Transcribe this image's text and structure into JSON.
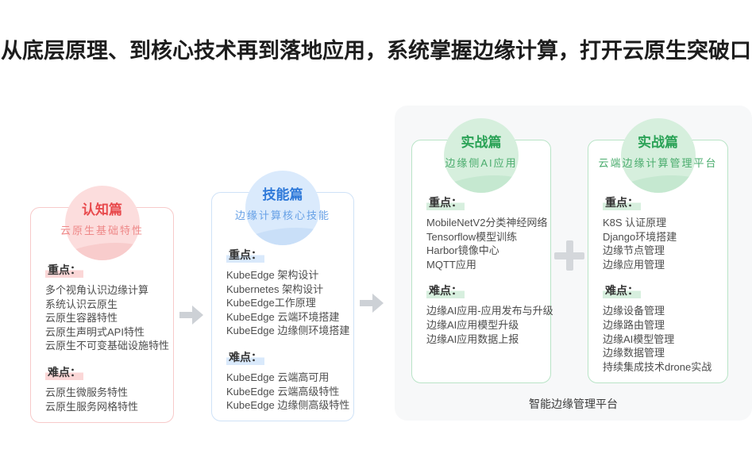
{
  "page": {
    "title": "从底层原理、到核心技术再到落地应用，系统掌握边缘计算，打开云原生突破口"
  },
  "section_labels": {
    "focus": "重点：",
    "difficulty": "难点："
  },
  "stages": [
    {
      "badge": "认知篇",
      "subtitle": "云原生基础特性",
      "focus_items": [
        "多个视角认识边缘计算",
        "系统认识云原生",
        "云原生容器特性",
        "云原生声明式API特性",
        "云原生不可变基础设施特性"
      ],
      "difficulty_items": [
        "云原生微服务特性",
        "云原生服务网格特性"
      ]
    },
    {
      "badge": "技能篇",
      "subtitle": "边缘计算核心技能",
      "focus_items": [
        "KubeEdge 架构设计",
        "Kubernetes 架构设计",
        "KubeEdge工作原理",
        "KubeEdge 云端环境搭建",
        "KubeEdge 边缘侧环境搭建"
      ],
      "difficulty_items": [
        "KubeEdge 云端高可用",
        "KubeEdge 云端高级特性",
        "KubeEdge 边缘侧高级特性"
      ]
    },
    {
      "badge": "实战篇",
      "subtitle": "边缘侧AI应用",
      "focus_items": [
        "MobileNetV2分类神经网络",
        "Tensorflow模型训练",
        "Harbor镜像中心",
        "MQTT应用"
      ],
      "difficulty_items": [
        "边缘AI应用-应用发布与升级",
        "边缘AI应用模型升级",
        "边缘AI应用数据上报"
      ]
    },
    {
      "badge": "实战篇",
      "subtitle": "云端边缘计算管理平台",
      "focus_items": [
        "K8S 认证原理",
        "Django环境搭建",
        "边缘节点管理",
        "边缘应用管理"
      ],
      "difficulty_items": [
        "边缘设备管理",
        "边缘路由管理",
        "边缘AI模型管理",
        "边缘数据管理",
        "持续集成技术drone实战"
      ]
    }
  ],
  "panel": {
    "footer": "智能边缘管理平台"
  },
  "icons": {
    "arrow_right": "➔",
    "plus": "+"
  },
  "colors": {
    "title_text": "#1d1d1d",
    "red_accent": "#e84a4d",
    "blue_accent": "#2e79d9",
    "green_accent": "#2aa256",
    "connector_gray": "#cdd1d6",
    "panel_background": "#f7f8f9"
  }
}
